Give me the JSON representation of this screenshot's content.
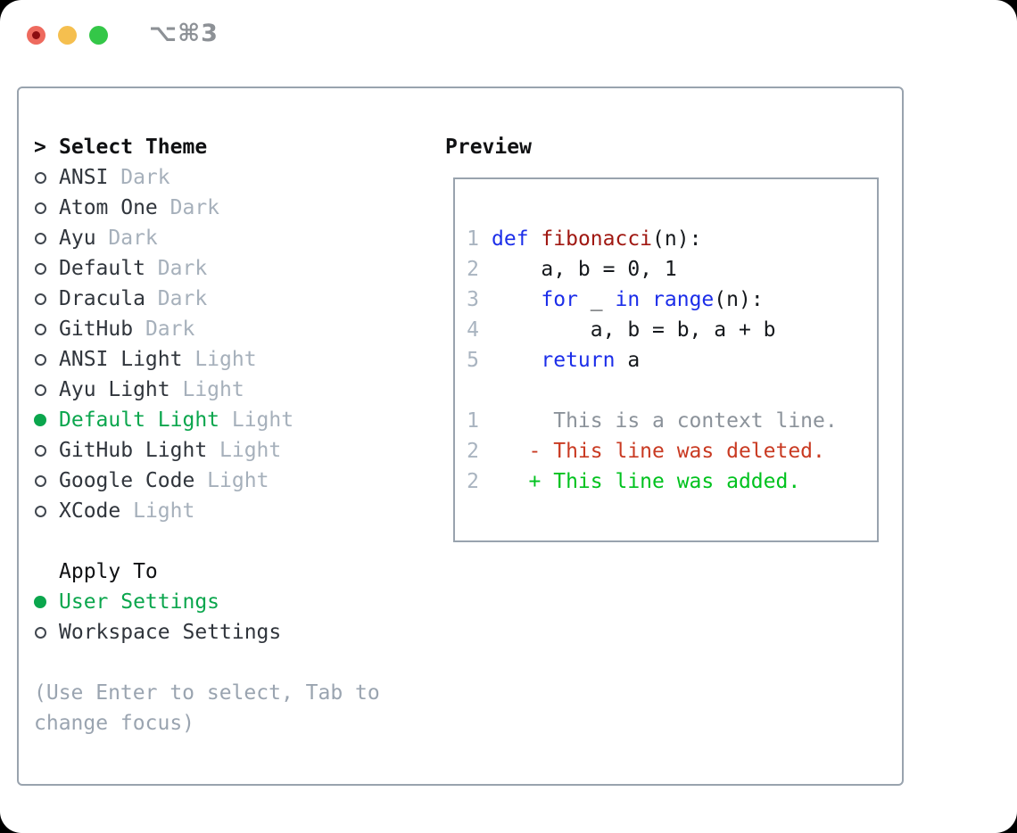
{
  "titlebar": {
    "title": "⌥⌘3"
  },
  "colors": {
    "traffic_red": "#ee6a5e",
    "traffic_red_dot": "#8c0d10",
    "traffic_yellow": "#f5bf4f",
    "traffic_green": "#34c748",
    "title_gray": "#8d9196",
    "border_gray": "#99a3ae",
    "circle_gray": "#41474f",
    "text_black": "#101113",
    "text_dark": "#30353c",
    "muted_gray": "#a6b0bb",
    "help_gray": "#9aa4b0",
    "ui_green": "#0ba64d",
    "line_number": "#a9b4c0",
    "code_plain": "#15181c",
    "keyword_blue": "#1c2ee9",
    "function_red": "#a01812",
    "context_gray": "#8b929a",
    "diff_red": "#c93a22",
    "diff_green": "#00c21e"
  },
  "theme_section": {
    "header_prefix": ">",
    "header": "Select Theme",
    "items": [
      {
        "name": "ANSI",
        "variant": "Dark",
        "selected": false
      },
      {
        "name": "Atom One",
        "variant": "Dark",
        "selected": false
      },
      {
        "name": "Ayu",
        "variant": "Dark",
        "selected": false
      },
      {
        "name": "Default",
        "variant": "Dark",
        "selected": false
      },
      {
        "name": "Dracula",
        "variant": "Dark",
        "selected": false
      },
      {
        "name": "GitHub",
        "variant": "Dark",
        "selected": false
      },
      {
        "name": "ANSI Light",
        "variant": "Light",
        "selected": false
      },
      {
        "name": "Ayu Light",
        "variant": "Light",
        "selected": false
      },
      {
        "name": "Default Light",
        "variant": "Light",
        "selected": true
      },
      {
        "name": "GitHub Light",
        "variant": "Light",
        "selected": false
      },
      {
        "name": "Google Code",
        "variant": "Light",
        "selected": false
      },
      {
        "name": "XCode",
        "variant": "Light",
        "selected": false
      }
    ]
  },
  "apply_section": {
    "header": "Apply To",
    "options": [
      {
        "label": "User Settings",
        "selected": true
      },
      {
        "label": "Workspace Settings",
        "selected": false
      }
    ]
  },
  "help_lines": [
    "(Use Enter to select, Tab to",
    "change focus)"
  ],
  "preview": {
    "header": "Preview",
    "code_lines": [
      {
        "num": "1",
        "segments": [
          {
            "text": "def",
            "style": "kw"
          },
          {
            "text": " ",
            "style": "pl"
          },
          {
            "text": "fibonacci",
            "style": "fn"
          },
          {
            "text": "(n):",
            "style": "pl"
          }
        ]
      },
      {
        "num": "2",
        "segments": [
          {
            "text": "    a, b = 0, 1",
            "style": "pl"
          }
        ]
      },
      {
        "num": "3",
        "segments": [
          {
            "text": "    ",
            "style": "pl"
          },
          {
            "text": "for",
            "style": "kw"
          },
          {
            "text": " _ ",
            "style": "pl"
          },
          {
            "text": "in",
            "style": "kw"
          },
          {
            "text": " ",
            "style": "pl"
          },
          {
            "text": "range",
            "style": "kw"
          },
          {
            "text": "(n):",
            "style": "pl"
          }
        ]
      },
      {
        "num": "4",
        "segments": [
          {
            "text": "        a, b = b, a + b",
            "style": "pl"
          }
        ]
      },
      {
        "num": "5",
        "segments": [
          {
            "text": "    ",
            "style": "pl"
          },
          {
            "text": "return",
            "style": "kw"
          },
          {
            "text": " a",
            "style": "pl"
          }
        ]
      },
      {
        "num": "",
        "segments": []
      },
      {
        "num": "1",
        "segments": [
          {
            "text": "     This is a context line.",
            "style": "ctx"
          }
        ]
      },
      {
        "num": "2",
        "segments": [
          {
            "text": "   - This line was deleted.",
            "style": "del"
          }
        ]
      },
      {
        "num": "2",
        "segments": [
          {
            "text": "   + This line was added.",
            "style": "add"
          }
        ]
      }
    ]
  }
}
